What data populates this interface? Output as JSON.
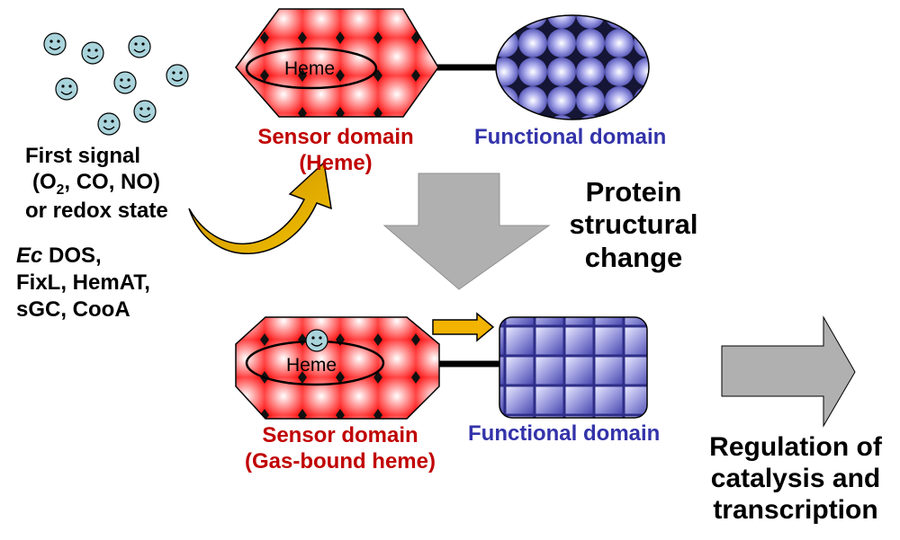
{
  "first_signal": {
    "line1": "First signal",
    "line2_open": "(O",
    "line2_sub": "2",
    "line2_rest": ", CO, NO)",
    "line3": "or redox state"
  },
  "proteins": {
    "ec": "Ec",
    "line1_rest": " DOS,",
    "line2": "FixL, HemAT,",
    "line3": "sGC, CooA"
  },
  "top": {
    "heme_label": "Heme",
    "sensor_line1": "Sensor domain",
    "sensor_line2": "(Heme)",
    "functional_label": "Functional domain"
  },
  "middle": {
    "line1": "Protein",
    "line2": "structural",
    "line3": "change"
  },
  "bottom": {
    "heme_label": "Heme",
    "sensor_line1": "Sensor domain",
    "sensor_line2": "(Gas-bound heme)",
    "functional_label": "Functional domain"
  },
  "outcome": {
    "line1": "Regulation of",
    "line2": "catalysis and",
    "line3": "transcription"
  },
  "colors": {
    "sensor_red": "#c00000",
    "functional_blue": "#3333aa",
    "arrow_gold": "#e8a800",
    "arrow_gray": "#b0b0b0",
    "smiley_fill": "#aad4dc"
  }
}
